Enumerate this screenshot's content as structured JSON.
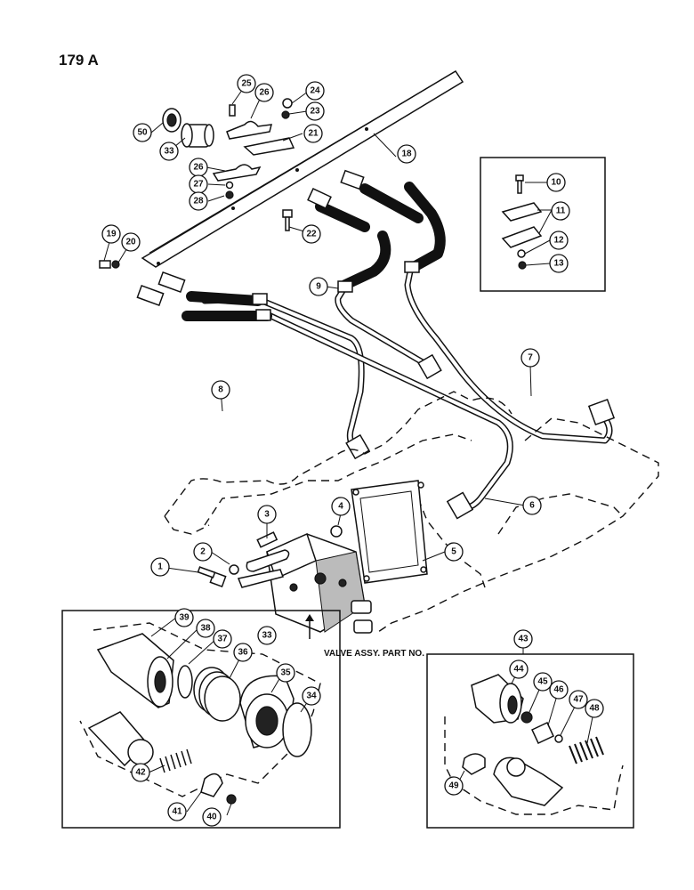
{
  "page": {
    "number": "179 A"
  },
  "label_valve": "VALVE ASSY. PART NO.",
  "callouts": [
    {
      "id": "c1",
      "num": "1"
    },
    {
      "id": "c2",
      "num": "2"
    },
    {
      "id": "c3",
      "num": "3"
    },
    {
      "id": "c4",
      "num": "4"
    },
    {
      "id": "c5",
      "num": "5"
    },
    {
      "id": "c6",
      "num": "6"
    },
    {
      "id": "c7",
      "num": "7"
    },
    {
      "id": "c8",
      "num": "8"
    },
    {
      "id": "c9",
      "num": "9"
    },
    {
      "id": "c10",
      "num": "10"
    },
    {
      "id": "c11",
      "num": "11"
    },
    {
      "id": "c12",
      "num": "12"
    },
    {
      "id": "c13",
      "num": "13"
    },
    {
      "id": "c18",
      "num": "18"
    },
    {
      "id": "c19",
      "num": "19"
    },
    {
      "id": "c20",
      "num": "20"
    },
    {
      "id": "c21",
      "num": "21"
    },
    {
      "id": "c22",
      "num": "22"
    },
    {
      "id": "c23",
      "num": "23"
    },
    {
      "id": "c24",
      "num": "24"
    },
    {
      "id": "c25",
      "num": "25"
    },
    {
      "id": "c26a",
      "num": "26"
    },
    {
      "id": "c26b",
      "num": "26"
    },
    {
      "id": "c27",
      "num": "27"
    },
    {
      "id": "c28",
      "num": "28"
    },
    {
      "id": "c33a",
      "num": "33"
    },
    {
      "id": "c33b",
      "num": "33"
    },
    {
      "id": "c34",
      "num": "34"
    },
    {
      "id": "c35",
      "num": "35"
    },
    {
      "id": "c36",
      "num": "36"
    },
    {
      "id": "c37",
      "num": "37"
    },
    {
      "id": "c38",
      "num": "38"
    },
    {
      "id": "c39",
      "num": "39"
    },
    {
      "id": "c40",
      "num": "40"
    },
    {
      "id": "c41",
      "num": "41"
    },
    {
      "id": "c42",
      "num": "42"
    },
    {
      "id": "c43",
      "num": "43"
    },
    {
      "id": "c44",
      "num": "44"
    },
    {
      "id": "c45",
      "num": "45"
    },
    {
      "id": "c46",
      "num": "46"
    },
    {
      "id": "c47",
      "num": "47"
    },
    {
      "id": "c48",
      "num": "48"
    },
    {
      "id": "c49",
      "num": "49"
    },
    {
      "id": "c50",
      "num": "50"
    }
  ]
}
